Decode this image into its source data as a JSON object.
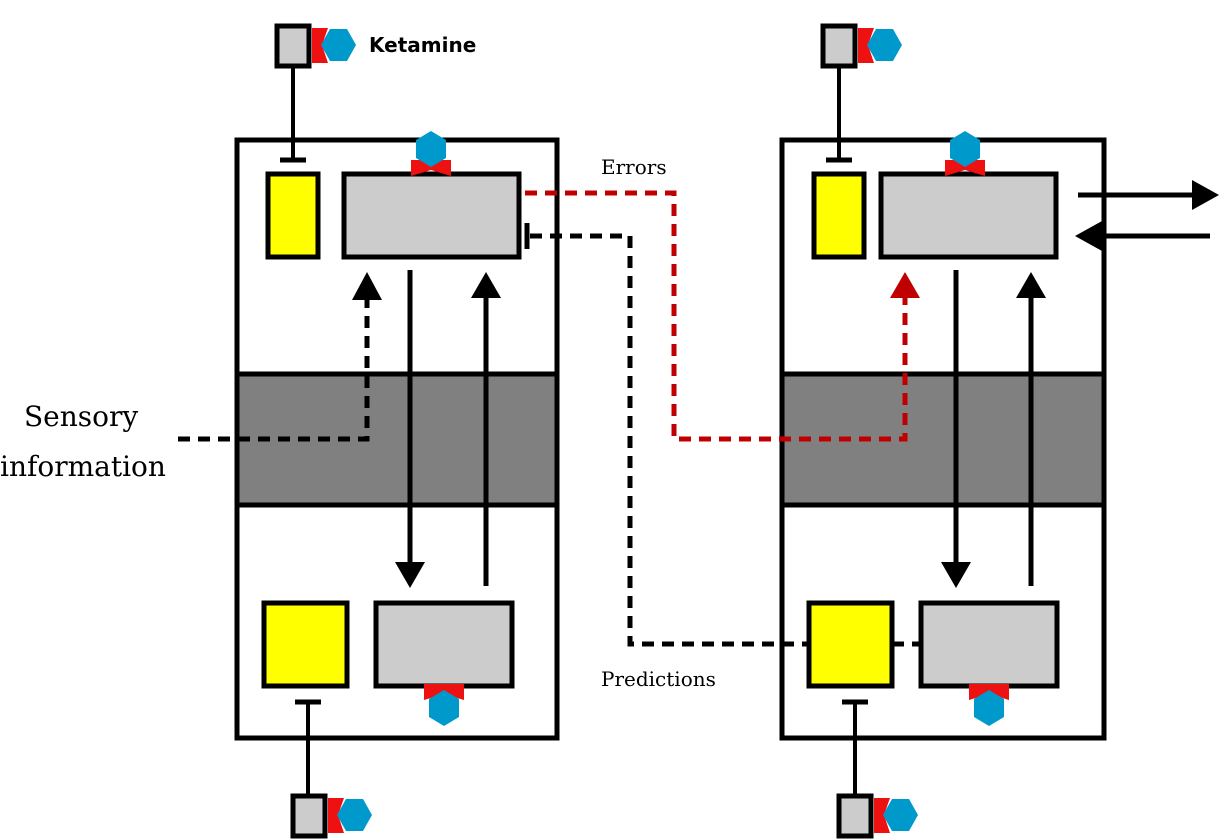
{
  "labels": {
    "ketamine": "Ketamine",
    "sensory_line1": "Sensory",
    "sensory_line2": "information",
    "errors": "Errors",
    "predictions": "Predictions"
  },
  "colors": {
    "outline": "#000000",
    "yellow_cell": "#ffff00",
    "grey_cell": "#cccccc",
    "dark_band": "#808080",
    "error_path": "#c00000",
    "receptor_red": "#ee1111",
    "ketamine_hexagon": "#0099cc"
  },
  "icons": {
    "receptor": "hexagon-on-red-receptor-icon",
    "arrow": "arrow-head",
    "inhibition": "t-bar-inhibition"
  }
}
